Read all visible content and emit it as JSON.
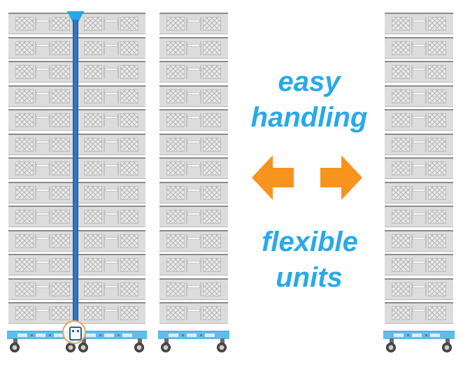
{
  "captions": {
    "line1": "easy",
    "line2": "handling",
    "line3": "flexible",
    "line4": "units"
  },
  "colors": {
    "text": "#29a9e8",
    "arrows": "#f7941d",
    "strap": "#2a6db8",
    "base": "#5bbfe9",
    "crate": "#dcdcdc"
  },
  "icons": {
    "left_arrow": "arrow-left-icon",
    "right_arrow": "arrow-right-icon",
    "lock": "lock-icon",
    "hook": "hook-icon"
  }
}
